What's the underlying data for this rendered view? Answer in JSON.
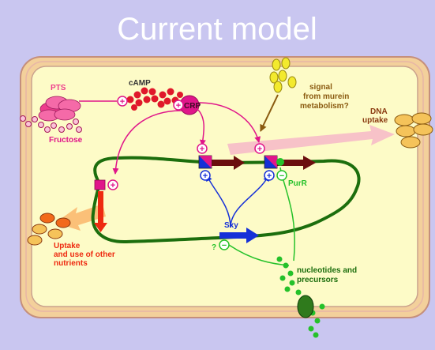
{
  "title": "Current model",
  "labels": {
    "pts": "PTS",
    "camp": "cAMP",
    "crp": "CRP",
    "signal": [
      "signal",
      "from murein",
      "metabolism?"
    ],
    "dna_uptake": [
      "DNA",
      "uptake"
    ],
    "fructose": "Fructose",
    "purr": "PurR",
    "sxy": "Sxy",
    "question": "?",
    "uptake_nutrients": [
      "Uptake",
      "and use of other",
      "nutrients"
    ],
    "nucleotides": [
      "nucleotides and",
      "precursors"
    ]
  },
  "symbols": {
    "plus": "+",
    "minus": "−"
  },
  "colors": {
    "background": "#c9c6f0",
    "cell_outer": "#f3d09b",
    "cell_inner": "#fdfbc7",
    "pts": "#ee3d8c",
    "camp": "#e0182a",
    "crp": "#e0168a",
    "dna_chromosome": "#1c6e0d",
    "gene_arrow": "#6b0e0e",
    "sxy_arrow": "#1530d8",
    "purr": "#25c12a",
    "signal": "#f3ea2d",
    "dna_uptake_pink": "#f7c2c8",
    "nutrient_orange": "#f26a1b",
    "label_brown": "#8a5a10"
  }
}
